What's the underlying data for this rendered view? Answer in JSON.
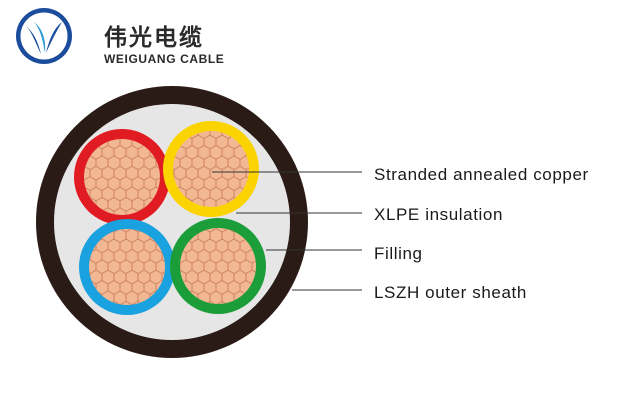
{
  "brand": {
    "name_cn": "伟光电缆",
    "name_en": "WEIGUANG CABLE",
    "logo_colors": {
      "ring": "#1c4d9c",
      "accent": "#2f9ad8"
    }
  },
  "cable": {
    "sheath_color": "#2b1b17",
    "filling_color": "#e6e6e6",
    "copper_color": "#f2b893",
    "strand_line_color": "#c97c59",
    "cores": [
      {
        "name": "red-core",
        "insulation_color": "#e11b22"
      },
      {
        "name": "yellow-core",
        "insulation_color": "#fbd400"
      },
      {
        "name": "blue-core",
        "insulation_color": "#1aa1e0"
      },
      {
        "name": "green-core",
        "insulation_color": "#1b9d3a"
      }
    ]
  },
  "callouts": [
    {
      "label": "Stranded annealed copper"
    },
    {
      "label": "XLPE insulation"
    },
    {
      "label": "Filling"
    },
    {
      "label": "LSZH outer sheath"
    }
  ]
}
